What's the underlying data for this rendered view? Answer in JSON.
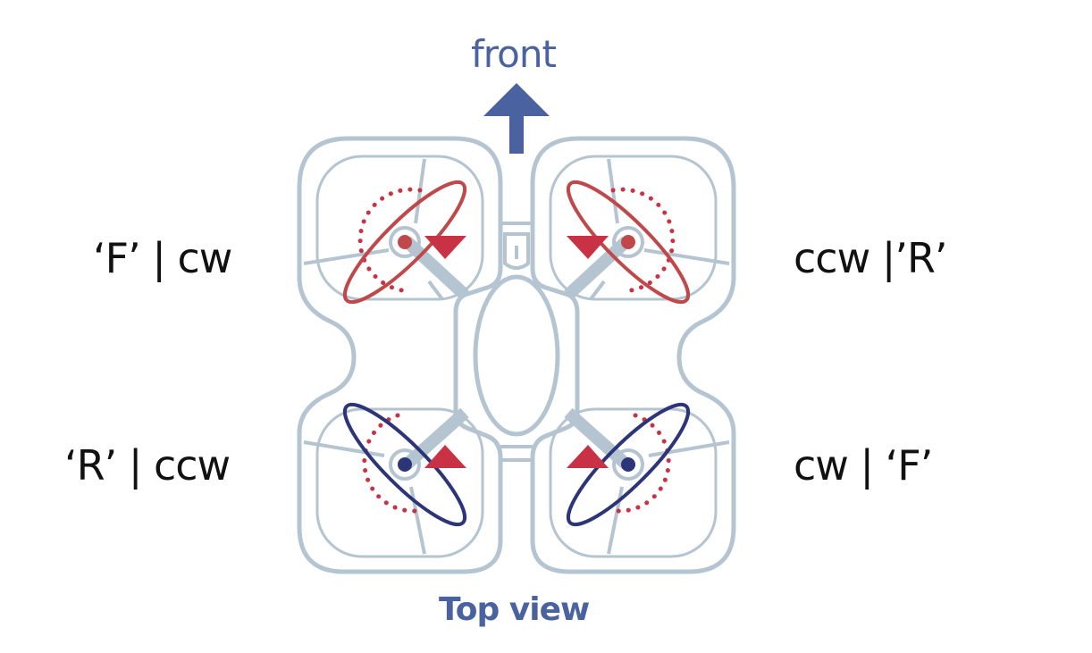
{
  "diagram": {
    "front_label": "front",
    "caption": "Top view",
    "motors": {
      "front_left": {
        "label": "‘F’ | cw"
      },
      "front_right": {
        "label": "ccw |’R’"
      },
      "rear_left": {
        "label": "‘R’ | ccw"
      },
      "rear_right": {
        "label": "cw | ‘F’"
      }
    }
  },
  "colors": {
    "frame": "#b4c4d1",
    "front_propeller": "#c0484a",
    "rear_propeller": "#2c3577",
    "direction_marker": "#c93245",
    "front_arrow": "#4a62a0"
  }
}
